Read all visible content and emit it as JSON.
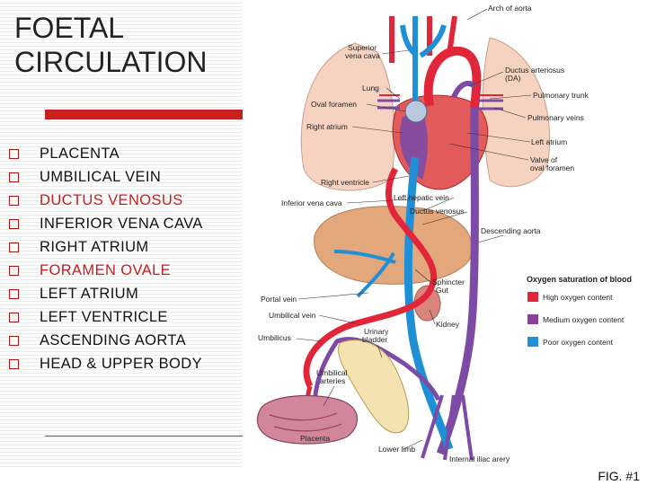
{
  "title": {
    "line1": "FOETAL",
    "line2": "CIRCULATION"
  },
  "bullets": [
    {
      "text": "PLACENTA",
      "highlight": false
    },
    {
      "text": "UMBILICAL VEIN",
      "highlight": false
    },
    {
      "text": "DUCTUS VENOSUS",
      "highlight": true
    },
    {
      "text": "INFERIOR VENA CAVA",
      "highlight": false
    },
    {
      "text": "RIGHT ATRIUM",
      "highlight": false
    },
    {
      "text": "FORAMEN OVALE",
      "highlight": true
    },
    {
      "text": "LEFT ATRIUM",
      "highlight": false
    },
    {
      "text": "LEFT VENTRICLE",
      "highlight": false
    },
    {
      "text": "ASCENDING AORTA",
      "highlight": false
    },
    {
      "text": "HEAD & UPPER BODY",
      "highlight": false
    }
  ],
  "diagram": {
    "labels": {
      "arch_of_aorta": "Arch of aorta",
      "svc_1": "Superior",
      "svc_2": "vena cava",
      "lung": "Lung",
      "oval_foramen": "Oval foramen",
      "right_atrium": "Right atrium",
      "right_ventricle": "Right ventricle",
      "ivc": "Inferior vena cava",
      "da_1": "Ductus arteriosus",
      "da_2": "(DA)",
      "pulmonary_trunk": "Pulmonary trunk",
      "pulmonary_veins": "Pulmonary veins",
      "left_atrium": "Left atrium",
      "valve_1": "Valve of",
      "valve_2": "oval foramen",
      "left_hepatic_vein": "Left hepatic vein",
      "ductus_venosus": "Ductus venosus",
      "descending_aorta": "Descending aorta",
      "sphincter": "Sphincter",
      "gut": "Gut",
      "portal_vein": "Portal vein",
      "umbilical_vein": "Umbilical vein",
      "kidney": "Kidney",
      "umbilicus": "Umbilicus",
      "urinary_1": "Urinary",
      "urinary_2": "bladder",
      "umb_art_1": "Umbilical",
      "umb_art_2": "arteries",
      "placenta": "Placenta",
      "lower_limb": "Lower limb",
      "internal_iliac": "Internal iliac arery"
    },
    "legend": {
      "title": "Oxygen saturation of blood",
      "items": [
        {
          "label": "High oxygen content",
          "color": "#e2263a"
        },
        {
          "label": "Medium oxygen content",
          "color": "#8a3f9a"
        },
        {
          "label": "Poor oxygen content",
          "color": "#1f8fd6"
        }
      ]
    }
  },
  "figure_label": "FIG. #1"
}
